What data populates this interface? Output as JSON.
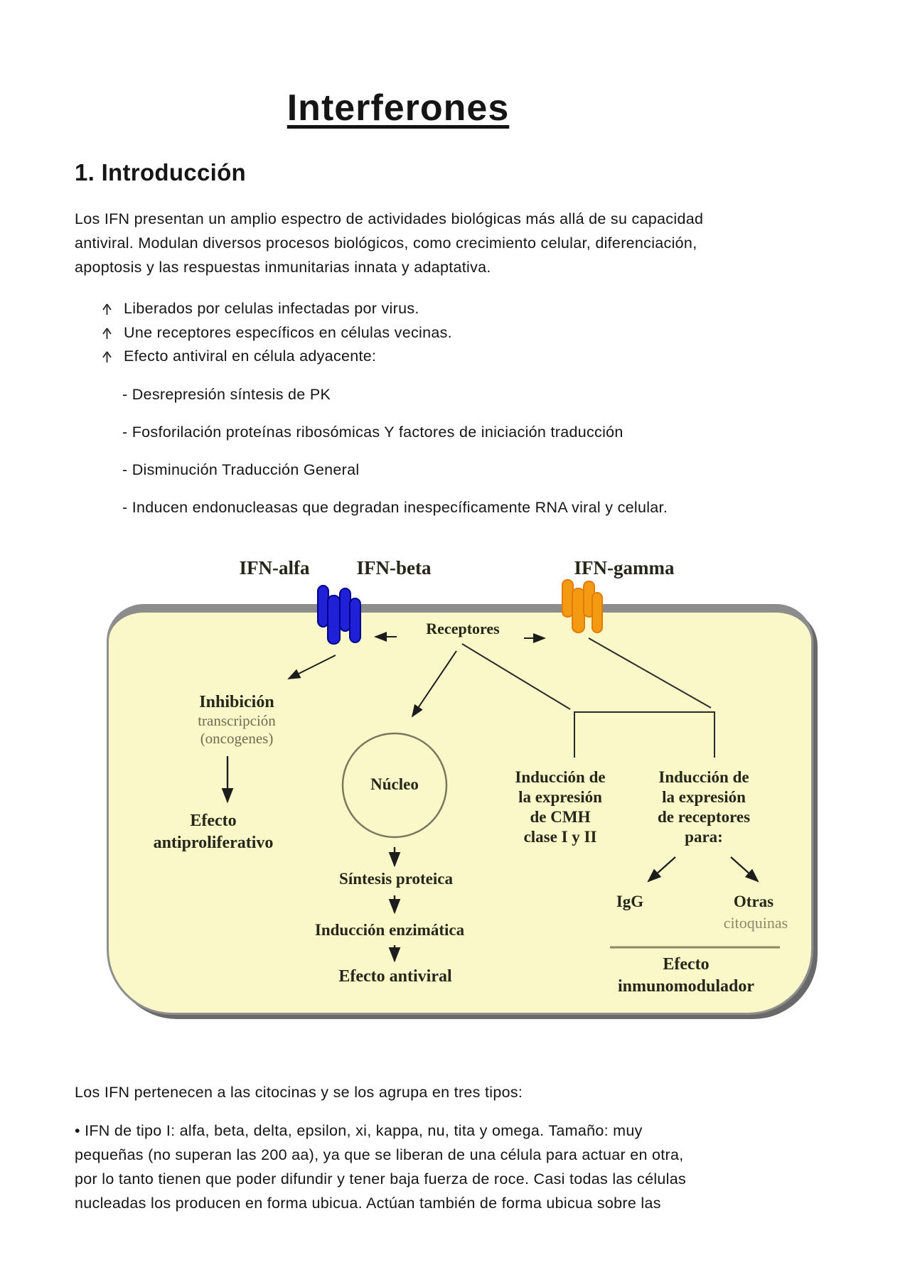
{
  "page": {
    "title": "Interferones",
    "section_heading": "1. Introducción",
    "intro_lines": [
      "Los IFN presentan un amplio espectro de actividades biológicas más allá de su capacidad",
      "antiviral. Modulan diversos procesos biológicos, como crecimiento celular, diferenciación,",
      "apoptosis y las respuestas inmunitarias innata y adaptativa."
    ],
    "bullets": [
      "Liberados por celulas infectadas por virus.",
      "Une receptores específicos en células vecinas.",
      "Efecto antiviral en célula adyacente:"
    ],
    "sub_items": [
      "- Desrepresión síntesis de PK",
      "- Fosforilación proteínas ribosómicas Y factores de iniciación traducción",
      "- Disminución Traducción General",
      "- Inducen endonucleasas que degradan inespecíficamente RNA viral y celular."
    ],
    "closing_line": "Los IFN pertenecen a las citocinas y se los agrupa en tres tipos:",
    "type1_lines": [
      "• IFN de tipo I: alfa, beta, delta, epsilon, xi, kappa, nu, tita y omega. Tamaño: muy",
      "pequeñas (no superan las 200 aa), ya que se liberan de una célula para actuar en otra,",
      "por lo tanto tienen que poder difundir y tener baja fuerza de roce. Casi todas las células",
      "nucleadas los producen en forma ubicua. Actúan también de forma ubicua sobre las"
    ]
  },
  "diagram": {
    "ifn_alfa": "IFN-alfa",
    "ifn_beta": "IFN-beta",
    "ifn_gamma": "IFN-gamma",
    "receptores": "Receptores",
    "inhibicion": "Inhibición",
    "transcripcion": "transcripción",
    "oncogenes": "(oncogenes)",
    "efecto_antiproliferativo": [
      "Efecto",
      "antiproliferativo"
    ],
    "nucleo": "Núcleo",
    "sintesis_proteica": "Síntesis proteica",
    "induccion_enzimatica": "Inducción enzimática",
    "efecto_antiviral": "Efecto antiviral",
    "induccion_cmh": [
      "Inducción de",
      "la expresión",
      "de CMH",
      "clase I y II"
    ],
    "induccion_receptores": [
      "Inducción de",
      "la expresión",
      "de receptores",
      "para:"
    ],
    "igg": "IgG",
    "otras": "Otras",
    "citoquinas": "citoquinas",
    "efecto_inmunomodulador": [
      "Efecto",
      "inmunomodulador"
    ],
    "colors": {
      "cell_fill": "#faf8c8",
      "membrane_gray": "#8c8c8c",
      "shadow_gray": "#696969",
      "receptor_blue": "#2020d6",
      "receptor_orange": "#f49a12",
      "line_black": "#1d1d1d",
      "muted_olive": "#6f6d52"
    }
  }
}
